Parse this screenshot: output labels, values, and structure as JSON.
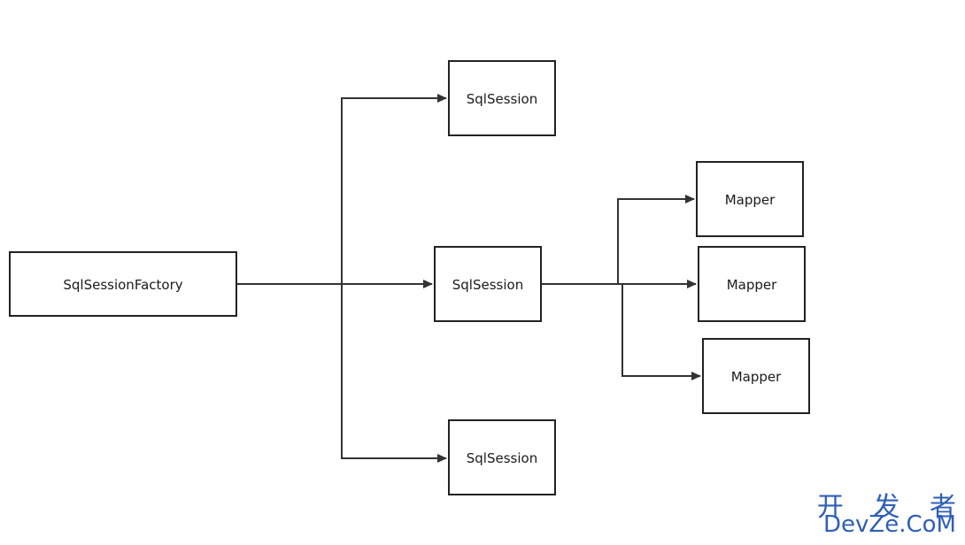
{
  "diagram": {
    "nodes": {
      "factory": {
        "label": "SqlSessionFactory"
      },
      "session_top": {
        "label": "SqlSession"
      },
      "session_mid": {
        "label": "SqlSession"
      },
      "session_bottom": {
        "label": "SqlSession"
      },
      "mapper_1": {
        "label": "Mapper"
      },
      "mapper_2": {
        "label": "Mapper"
      },
      "mapper_3": {
        "label": "Mapper"
      }
    },
    "edges": [
      {
        "from": "factory",
        "to": "session_top"
      },
      {
        "from": "factory",
        "to": "session_mid"
      },
      {
        "from": "factory",
        "to": "session_bottom"
      },
      {
        "from": "session_mid",
        "to": "mapper_1"
      },
      {
        "from": "session_mid",
        "to": "mapper_2"
      },
      {
        "from": "session_mid",
        "to": "mapper_3"
      }
    ]
  },
  "watermark": {
    "line1": "开 发 者",
    "line2": "DevZe.CoM"
  }
}
